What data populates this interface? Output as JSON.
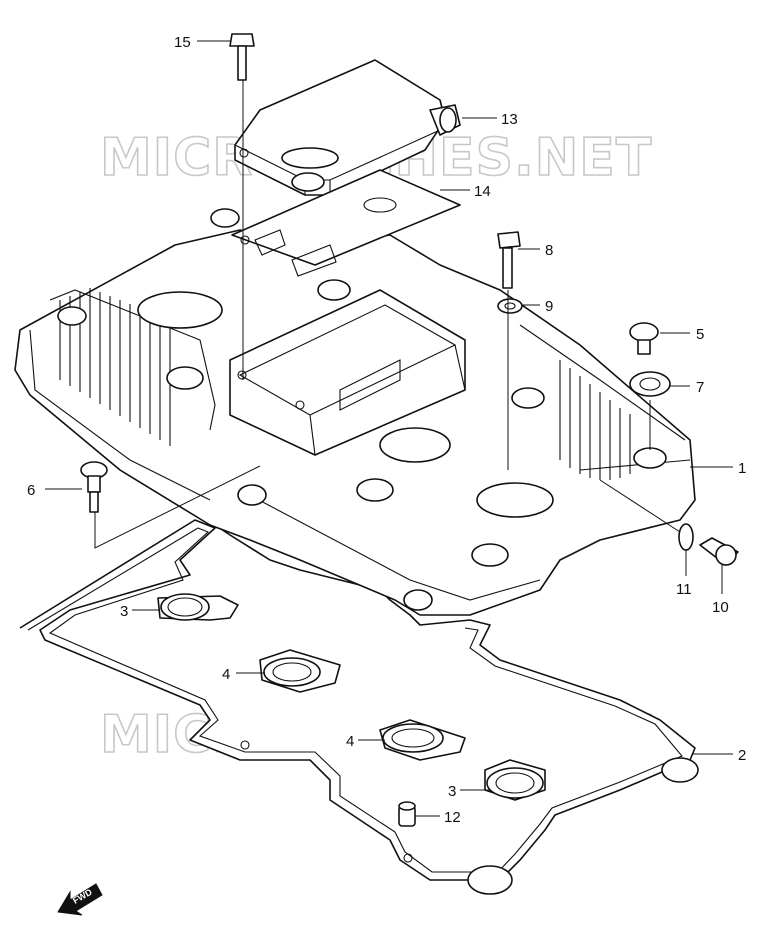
{
  "watermarks": [
    "MICROFICHES.NET",
    "MICROFICHES.NET"
  ],
  "direction_arrow": {
    "label": "FWD",
    "icon": "forward-arrow-icon"
  },
  "callouts": [
    {
      "id": "15",
      "label": "15"
    },
    {
      "id": "13",
      "label": "13"
    },
    {
      "id": "14",
      "label": "14"
    },
    {
      "id": "8",
      "label": "8"
    },
    {
      "id": "9",
      "label": "9"
    },
    {
      "id": "5",
      "label": "5"
    },
    {
      "id": "7",
      "label": "7"
    },
    {
      "id": "1",
      "label": "1"
    },
    {
      "id": "6",
      "label": "6"
    },
    {
      "id": "11",
      "label": "11"
    },
    {
      "id": "10",
      "label": "10"
    },
    {
      "id": "3a",
      "label": "3"
    },
    {
      "id": "4a",
      "label": "4"
    },
    {
      "id": "4b",
      "label": "4"
    },
    {
      "id": "2",
      "label": "2"
    },
    {
      "id": "3b",
      "label": "3"
    },
    {
      "id": "12",
      "label": "12"
    }
  ]
}
